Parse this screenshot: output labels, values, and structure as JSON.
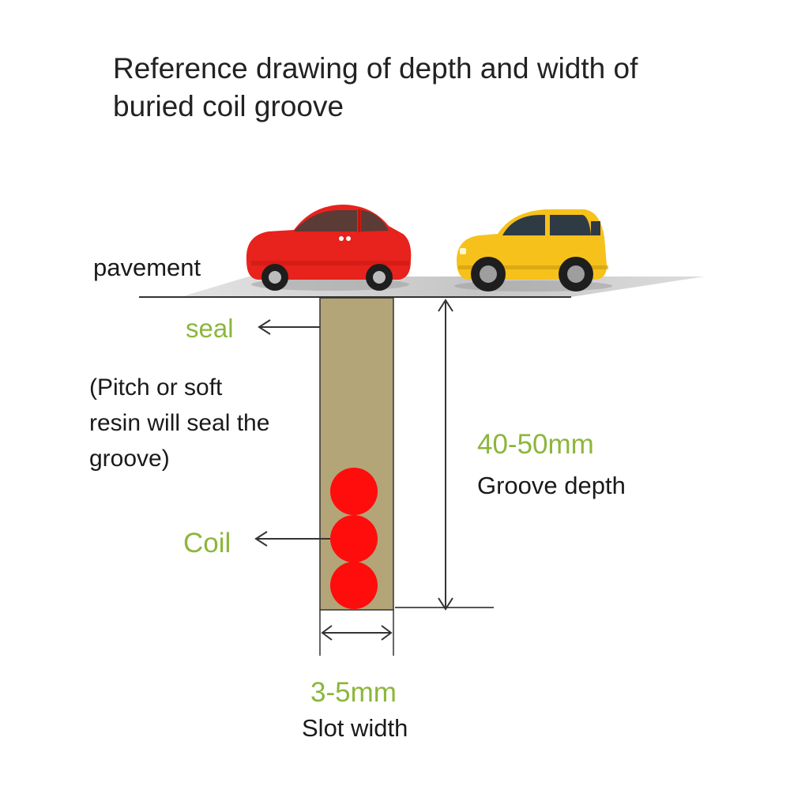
{
  "title": {
    "line1": "Reference drawing of depth and width of",
    "line2": "buried coil groove"
  },
  "labels": {
    "pavement": "pavement",
    "seal": "seal",
    "seal_note_line1": "(Pitch or soft",
    "seal_note_line2": "resin will seal the",
    "seal_note_line3": "groove)",
    "coil": "Coil",
    "depth_value": "40-50mm",
    "depth_label": "Groove depth",
    "width_value": "3-5mm",
    "width_label": "Slot width"
  },
  "colors": {
    "accent_green": "#8cb63c",
    "groove_fill": "#b3a577",
    "coil_red": "#ff0d0d",
    "car_red": "#e8221c",
    "car_yellow": "#f6c11a",
    "road_gray": "#c9c9c9"
  },
  "icons": [
    "red-car-icon",
    "yellow-car-icon",
    "arrow-left-icon",
    "double-arrow-icon"
  ]
}
